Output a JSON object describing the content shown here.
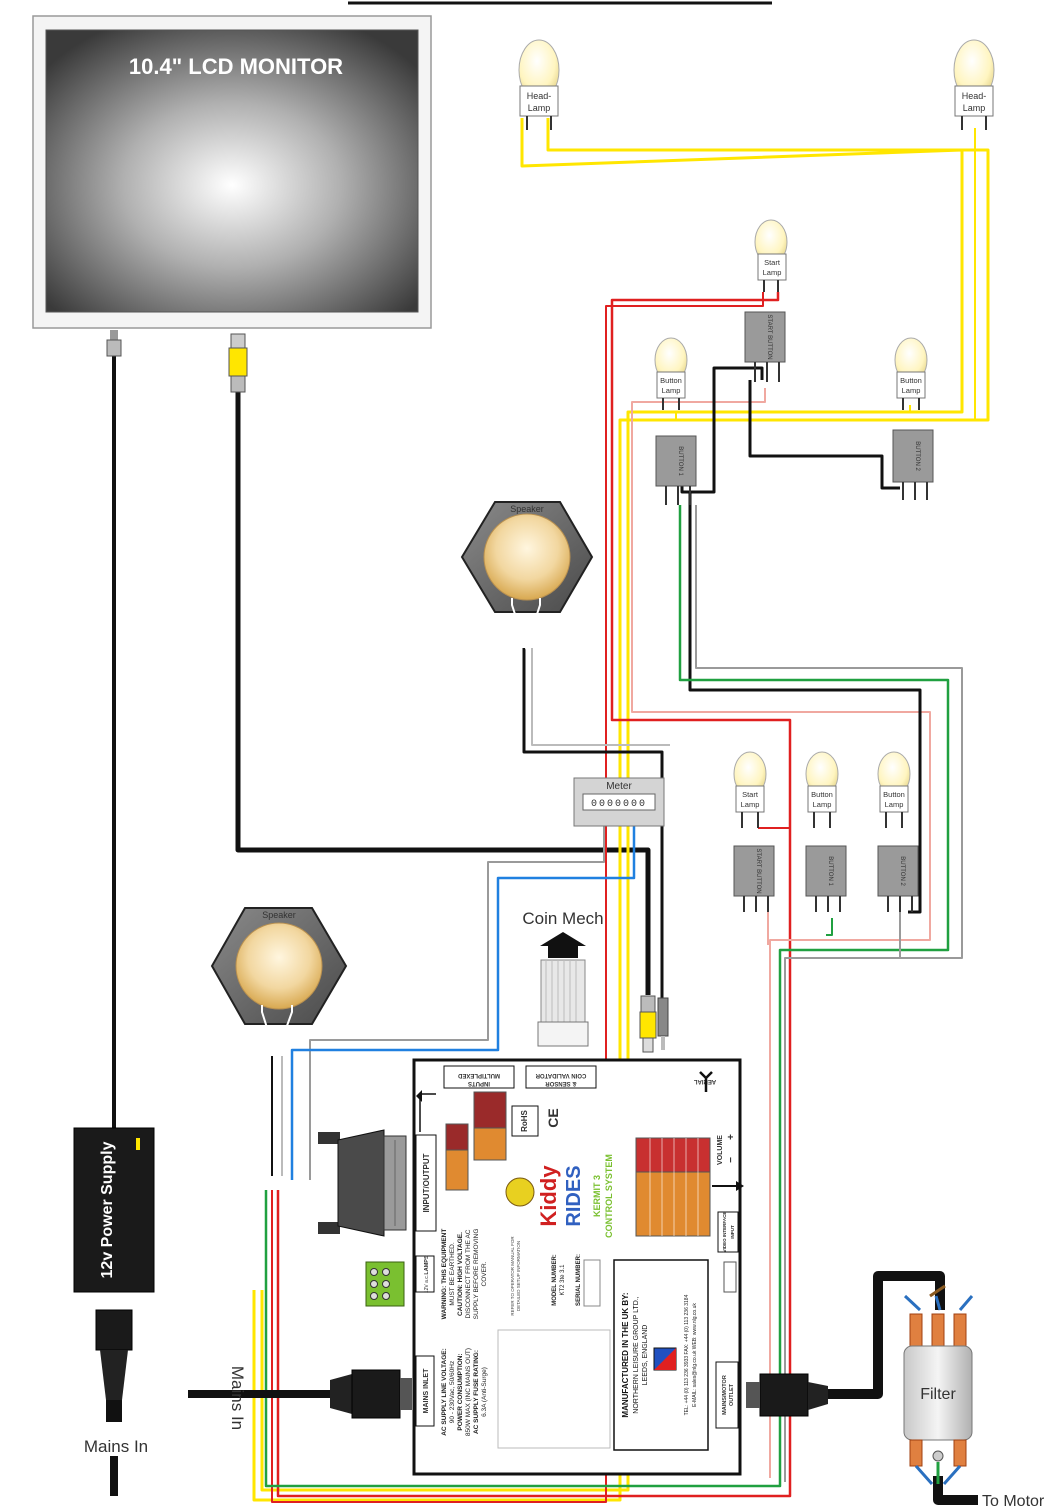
{
  "monitor": {
    "title": "10.4\" LCD MONITOR"
  },
  "lamps": {
    "head_left": [
      "Head-",
      "Lamp"
    ],
    "head_right": [
      "Head-",
      "Lamp"
    ],
    "start_top": [
      "Start",
      "Lamp"
    ],
    "button_mid_left": [
      "Button",
      "Lamp"
    ],
    "button_mid_right": [
      "Button",
      "Lamp"
    ],
    "start_bottom": [
      "Start",
      "Lamp"
    ],
    "button_bottom_1": [
      "Button",
      "Lamp"
    ],
    "button_bottom_2": [
      "Button",
      "Lamp"
    ]
  },
  "buttons": {
    "start_top": "START BUTTON",
    "button_1": "BUTTON 1",
    "button_2": "BUTTON 2",
    "start_bottom": "START BUTTON",
    "button_b1": "BUTTON 1",
    "button_b2": "BUTTON 2"
  },
  "speaker_upper": "Speaker",
  "speaker_lower": "Speaker",
  "meter": {
    "label": "Meter",
    "digits": "0000000"
  },
  "coin_mech": "Coin Mech",
  "power_supply": "12v Power Supply",
  "mains_in_left": "Mains In",
  "mains_in_center": "Mains In",
  "filter": "Filter",
  "to_motor": "To Motor",
  "board": {
    "aerial": "AERIAL",
    "coin_validator": [
      "COIN VALIDATOR",
      "& SENSOR"
    ],
    "multiplexed": [
      "MULTIPLEXED",
      "INPUTS"
    ],
    "input_output": "INPUT/OUTPUT",
    "lamps": "LAMPS",
    "lamps_voltage": "12V a.c.",
    "mains_inlet": "MAINS INLET",
    "mains_motor": [
      "MAINS/MOTOR",
      "OUTLET"
    ],
    "volume": "VOLUME",
    "volume_signs": [
      "−",
      "+"
    ],
    "video_interface": [
      "VIDEO INTERFACE",
      "INPUT"
    ],
    "rohs": "RoHS",
    "ce": "CE",
    "brand": [
      "Kiddy",
      "RIDES"
    ],
    "control_system": [
      "KERMIT 3",
      "CONTROL SYSTEM"
    ],
    "warning": [
      "WARNING: THIS EQUIPMENT",
      "MUST BE EARTHED.",
      "CAUTION: HIGH VOLTAGE.",
      "DISCONNECT FROM THE AC",
      "SUPPLY BEFORE REMOVING",
      "COVER."
    ],
    "ac_supply": [
      "AC SUPPLY LINE VOLTAGE:",
      "90 - 230Vac, 50/60Hz",
      "POWER CONSUMPTION:",
      "850W MAX (INC MAINS OUT)",
      "AC SUPPLY FUSE RATING:",
      "6.3A (Anti-Surge)"
    ],
    "refer_manual": [
      "REFER TO OPERATOR MANUAL FOR",
      "DETAILED SETUP INFORMATION"
    ],
    "model_number": [
      "MODEL NUMBER:",
      "KT2 3te 3.1"
    ],
    "serial_number": "SERIAL NUMBER:",
    "manufactured": [
      "MANUFACTURED IN THE UK BY:",
      "NORTHERN LEISURE GROUP LTD.,",
      "LEEDS, ENGLAND"
    ],
    "contact": [
      "TEL: +44 (0) 113 236 3933   FAX: +44 (0) 113 236 3184",
      "E-MAIL: sales@nlg.co.uk   WEB: www.nlg.co.uk"
    ]
  },
  "colors": {
    "wire_yellow": "#ffe600",
    "wire_red": "#e02020",
    "wire_pink": "#f0a8a0",
    "wire_green": "#20a040",
    "wire_blue": "#2080e0",
    "wire_grey": "#9a9a9a",
    "wire_black": "#111111",
    "bulb": "#fffbd0",
    "speaker_cone": "#f0c060",
    "power_supply_body": "#1a1a1a"
  }
}
